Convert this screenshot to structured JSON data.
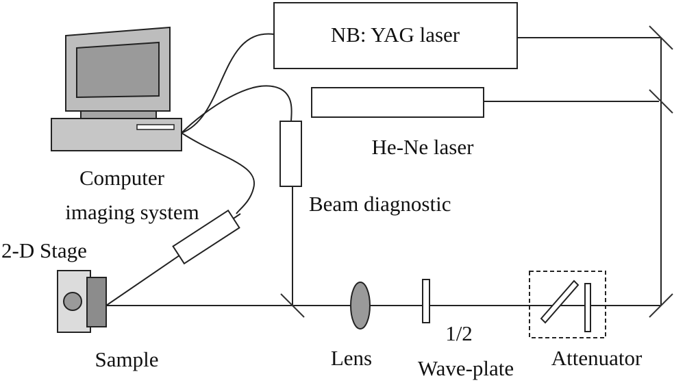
{
  "labels": {
    "yag_laser": "NB: YAG laser",
    "hene_laser": "He-Ne laser",
    "computer_line1": "Computer",
    "computer_line2": "imaging system",
    "beam_diagnostic": "Beam diagnostic",
    "stage": "2-D Stage",
    "sample": "Sample",
    "lens": "Lens",
    "waveplate_line1": "1/2",
    "waveplate_line2": "Wave-plate",
    "attenuator": "Attenuator"
  }
}
